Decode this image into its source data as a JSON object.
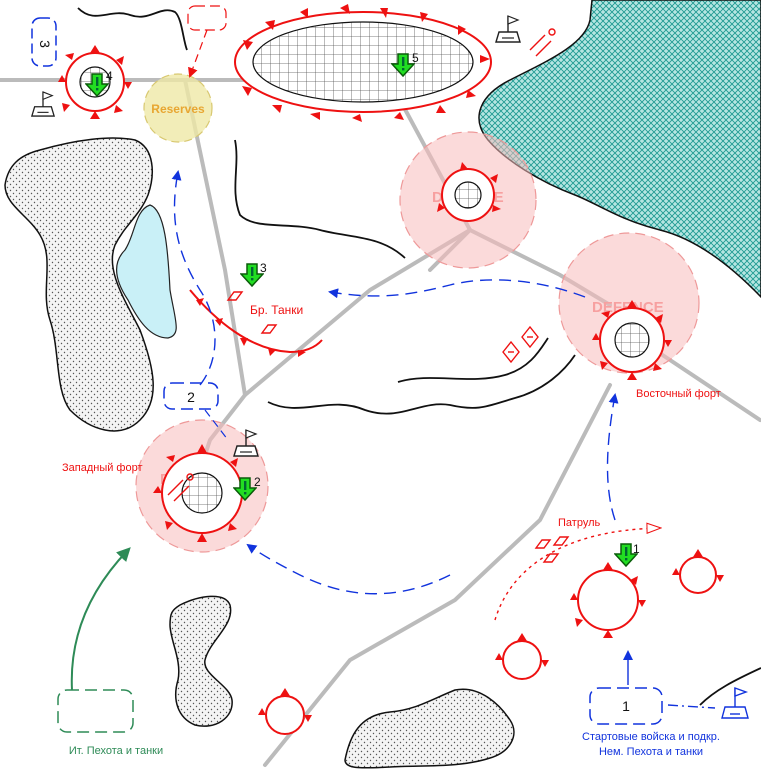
{
  "map": {
    "colors": {
      "enemy": "#ee1111",
      "friendly": "#1133dd",
      "allied": "#2e8b57",
      "road": "#bbbbbb",
      "water": "#1f9a92",
      "defence_fill": "#f7bcbc",
      "reserves_fill": "#efe9a6"
    },
    "labels": {
      "reserves": "Reserves",
      "defence": "DEFENCE",
      "tanks_brigade": "Бр. Танки",
      "east_fort": "Восточный форт",
      "west_fort": "Западный форт",
      "patrol": "Патруль",
      "start_line1": "Стартовые войска и подкр.",
      "start_line2": "Нем. Пехота и танки",
      "it_forces": "Ит. Пехота и танки"
    },
    "positions": [
      {
        "id": "1",
        "label": "1"
      },
      {
        "id": "2",
        "label": "2"
      },
      {
        "id": "3",
        "label": "3"
      }
    ],
    "objectives": [
      {
        "id": "1",
        "label": "1"
      },
      {
        "id": "2",
        "label": "2"
      },
      {
        "id": "3",
        "label": "3"
      },
      {
        "id": "4",
        "label": "4"
      },
      {
        "id": "5",
        "label": "5"
      }
    ],
    "icons": [
      "flag-hq-icon",
      "objective-arrow-icon",
      "minefield-icon",
      "artillery-icon"
    ]
  }
}
